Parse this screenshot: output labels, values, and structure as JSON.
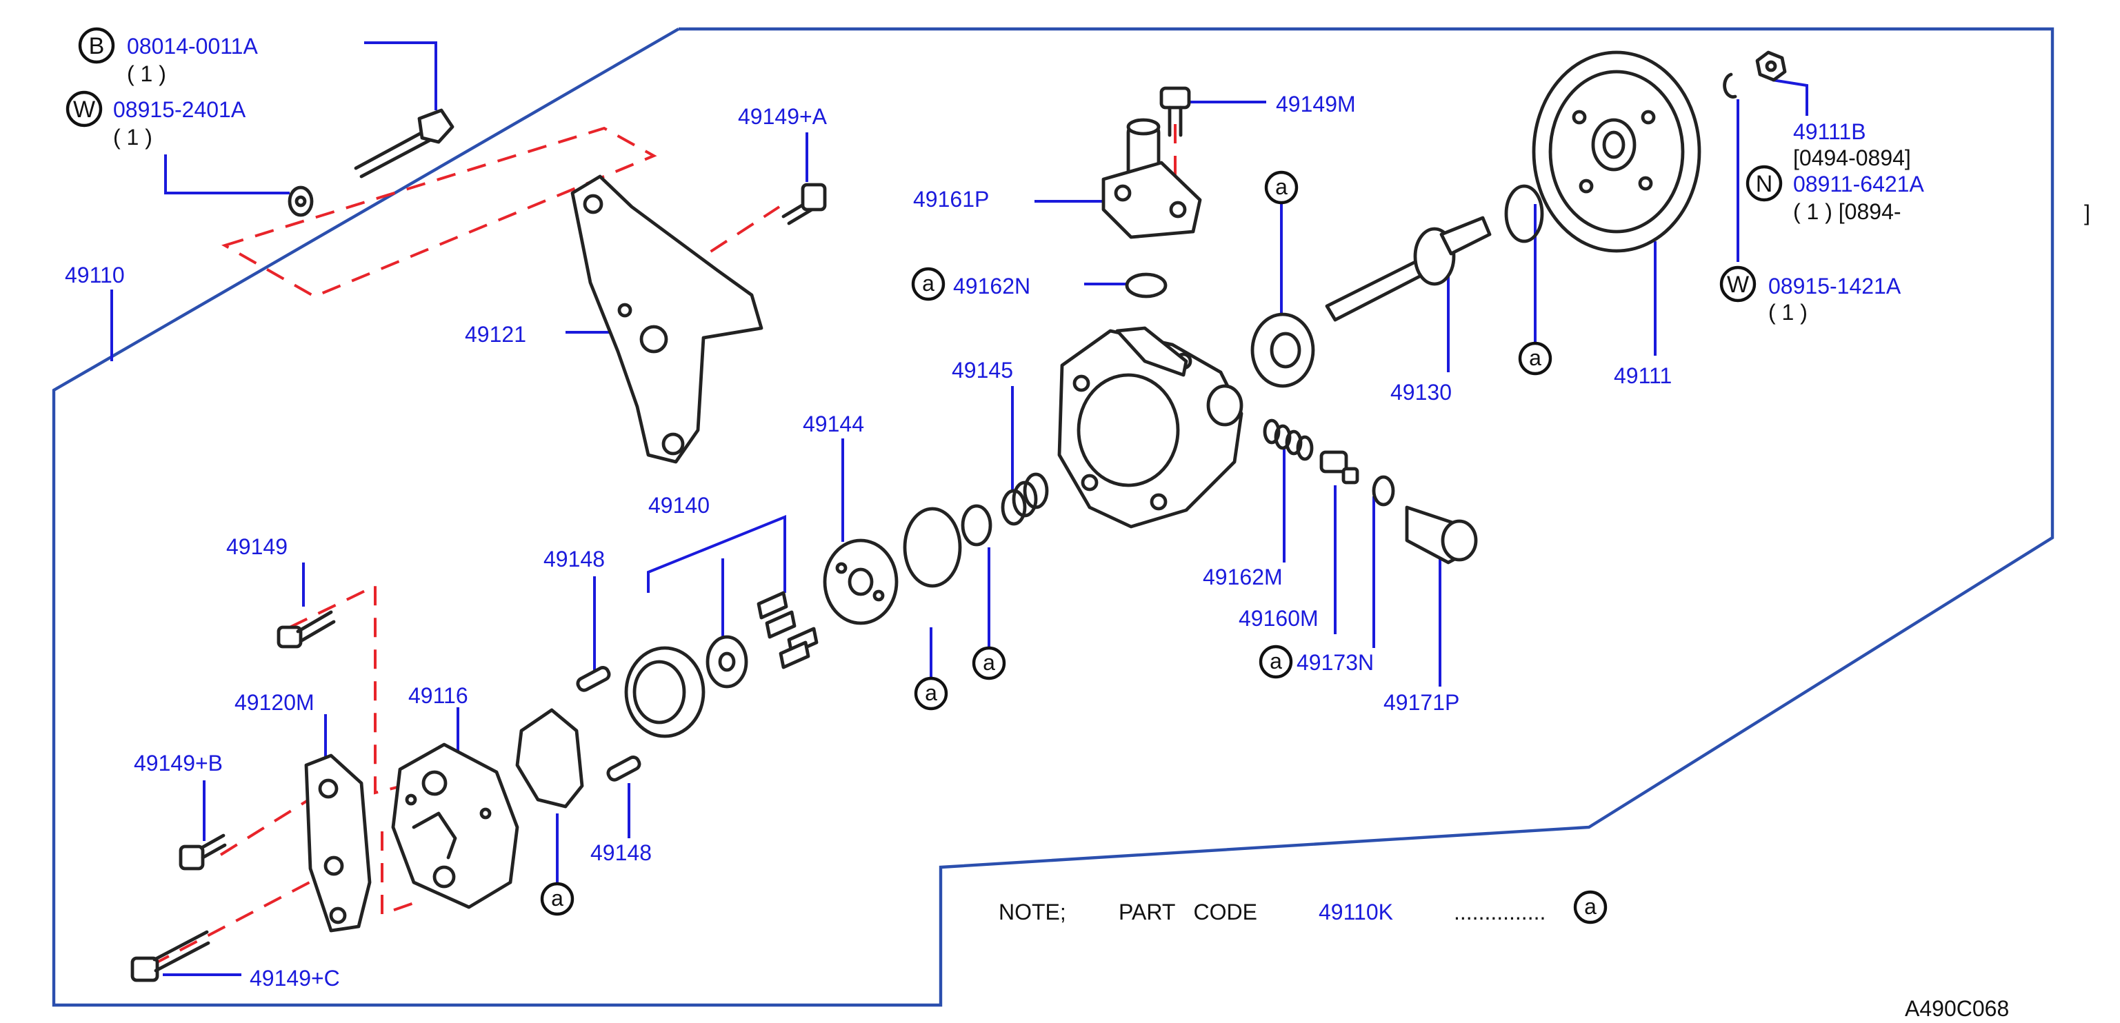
{
  "figure_code": "A490C068",
  "callouts": {
    "b": "B",
    "w": "W",
    "n": "N",
    "a": "a"
  },
  "labels": {
    "p08014": "08014-0011A",
    "p08014_qty": "( 1 )",
    "p08915_2401": "08915-2401A",
    "p08915_2401_qty": "( 1   )",
    "p49110": "49110",
    "p49149A": "49149+A",
    "p49149M": "49149M",
    "p49161P": "49161P",
    "p49121": "49121",
    "p49162N": "49162N",
    "p49145": "49145",
    "p49144": "49144",
    "p49140": "49140",
    "p49149": "49149",
    "p49148a": "49148",
    "p49148b": "49148",
    "p49116": "49116",
    "p49120M": "49120M",
    "p49149B": "49149+B",
    "p49149C": "49149+C",
    "p49130": "49130",
    "p49111": "49111",
    "p49111B": "49111B",
    "p49111B_range": "[0494-0894]",
    "p08911": "08911-6421A",
    "p08911_qty": "( 1 ) [0894-",
    "p08911_close": "]",
    "p08915_1421": "08915-1421A",
    "p08915_1421_qty": "( 1   )",
    "p49162M": "49162M",
    "p49160M": "49160M",
    "p49173N": "49173N",
    "p49171P": "49171P"
  },
  "note": {
    "prefix": "NOTE;",
    "part_code_label": "PART   CODE",
    "part_code": "49110K",
    "dots": "..............."
  },
  "colors": {
    "label_blue": "#1a1adc",
    "frame_blue": "#2b4fae",
    "dashed_red": "#e8242a",
    "ink": "#222222"
  }
}
